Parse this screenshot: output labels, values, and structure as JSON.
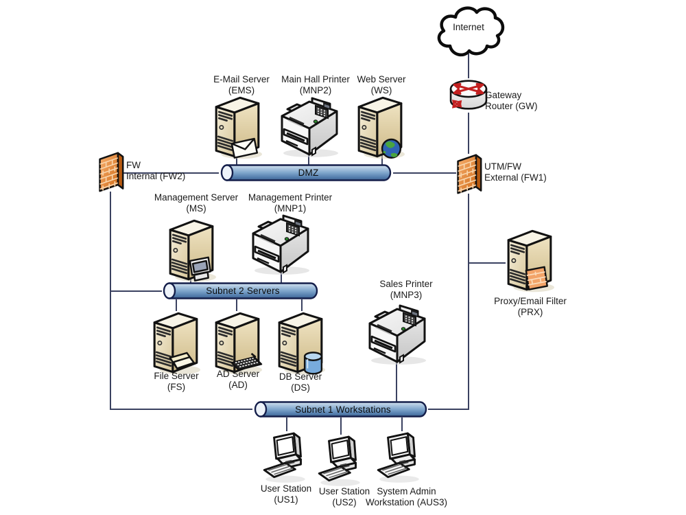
{
  "diagram": {
    "background_color": "#ffffff",
    "nodes": {
      "internet": {
        "label": "Internet",
        "icon": "cloud-icon"
      },
      "gateway_router": {
        "label_line1": "Gateway",
        "label_line2": "Router (GW)",
        "icon": "router-icon"
      },
      "fw_external": {
        "label_line1": "UTM/FW",
        "label_line2": "External (FW1)",
        "icon": "firewall-icon"
      },
      "fw_internal": {
        "label_line1": "FW",
        "label_line2": "Internal (FW2)",
        "icon": "firewall-icon"
      },
      "email_server": {
        "label_line1": "E-Mail Server",
        "label_line2": "(EMS)",
        "icon": "server-tower-envelope-icon"
      },
      "main_hall_printer": {
        "label_line1": "Main Hall Printer",
        "label_line2": "(MNP2)",
        "icon": "printer-icon"
      },
      "web_server": {
        "label_line1": "Web Server",
        "label_line2": "(WS)",
        "icon": "server-tower-globe-icon"
      },
      "management_server": {
        "label_line1": "Management Server",
        "label_line2": "(MS)",
        "icon": "server-tower-monitor-icon"
      },
      "management_printer": {
        "label_line1": "Management Printer",
        "label_line2": "(MNP1)",
        "icon": "printer-icon"
      },
      "file_server": {
        "label_line1": "File Server",
        "label_line2": "(FS)",
        "icon": "server-tower-folder-icon"
      },
      "ad_server": {
        "label_line1": "AD Server",
        "label_line2": "(AD)",
        "icon": "server-tower-keyboard-icon"
      },
      "db_server": {
        "label_line1": "DB Server",
        "label_line2": "(DS)",
        "icon": "server-tower-database-icon"
      },
      "sales_printer": {
        "label_line1": "Sales Printer",
        "label_line2": "(MNP3)",
        "icon": "printer-icon"
      },
      "proxy_email_filter": {
        "label_line1": "Proxy/Email Filter",
        "label_line2": "(PRX)",
        "icon": "server-tower-brick-icon"
      },
      "user_station_1": {
        "label_line1": "User Station",
        "label_line2": "(US1)",
        "icon": "desktop-workstation-icon"
      },
      "user_station_2": {
        "label_line1": "User Station",
        "label_line2": "(US2)",
        "icon": "desktop-workstation-icon"
      },
      "system_admin_workstation": {
        "label_line1": "System Admin",
        "label_line2": "Workstation (AUS3)",
        "icon": "desktop-workstation-icon"
      }
    },
    "network_segments": {
      "dmz": {
        "label": "DMZ"
      },
      "subnet2": {
        "label": "Subnet 2 Servers"
      },
      "subnet1": {
        "label": "Subnet 1 Workstations"
      }
    },
    "colors": {
      "segment_fill": "#7fa6cc",
      "segment_border": "#141e4a",
      "firewall_orange": "#e8883c",
      "router_arrow_red": "#c32020",
      "server_tan": "#e6d8b4",
      "printer_gray": "#e4e4e4",
      "connector_line": "#3a4160",
      "text": "#1a1a1a"
    }
  }
}
